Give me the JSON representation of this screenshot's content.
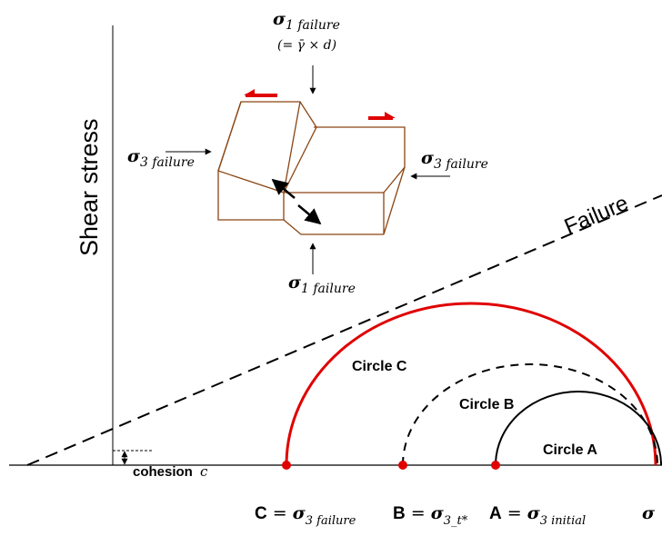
{
  "axis": {
    "y_label": "Shear stress",
    "x_label_partial": "σ"
  },
  "failure_envelope": {
    "label": "Failure"
  },
  "cohesion": {
    "label": "cohesion",
    "symbol": "c"
  },
  "circles": [
    {
      "id": "A",
      "label": "Circle A",
      "style": "solid",
      "color": "#000000"
    },
    {
      "id": "B",
      "label": "Circle B",
      "style": "dashed",
      "color": "#000000"
    },
    {
      "id": "C",
      "label": "Circle C",
      "style": "solid",
      "color": "#e00000"
    }
  ],
  "points": [
    {
      "letter": "C",
      "sub": "3 failure"
    },
    {
      "letter": "B",
      "sub": "3_t*"
    },
    {
      "letter": "A",
      "sub": "3 initial"
    }
  ],
  "element": {
    "sigma1_top": {
      "main": "σ",
      "sub": "1 failure"
    },
    "sigma1_top_note": "(= γ̄ × d)",
    "sigma1_bottom": {
      "main": "σ",
      "sub": "1 failure"
    },
    "sigma3_left": {
      "main": "σ",
      "sub": "3 failure"
    },
    "sigma3_right": {
      "main": "σ",
      "sub": "3 failure"
    }
  },
  "colors": {
    "red": "#e00000",
    "line": "#000000",
    "block": "#8b4513"
  }
}
